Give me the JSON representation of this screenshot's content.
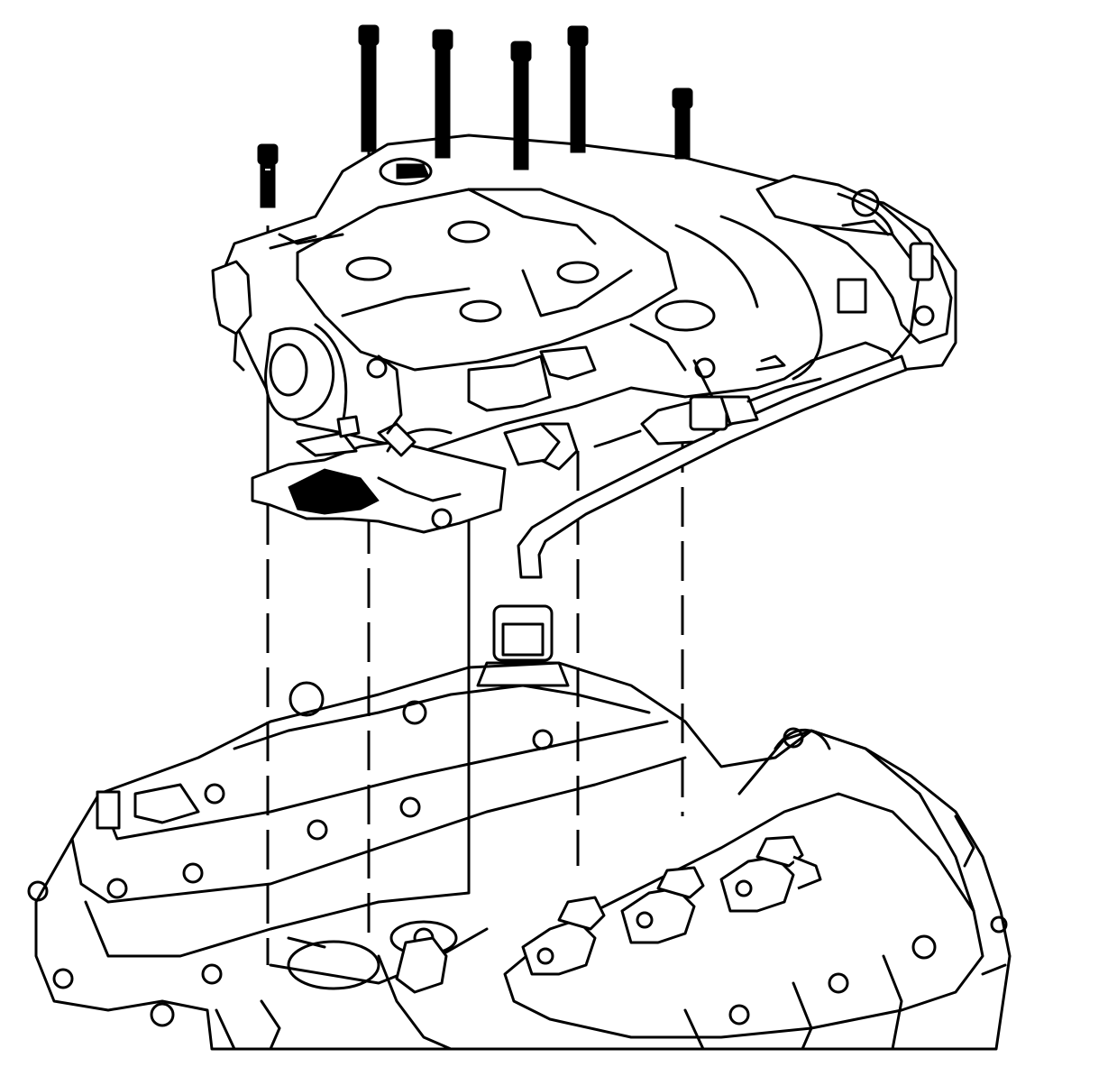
{
  "diagram": {
    "description_label": "",
    "bolt_count": 6,
    "colors": {
      "line": "#000000",
      "background": "#ffffff"
    },
    "parts": [
      {
        "id": "intake-manifold",
        "kind": "upper-intake-manifold"
      },
      {
        "id": "bolts",
        "kind": "manifold-bolt"
      },
      {
        "id": "fuel-line",
        "kind": "fuel-rail-tube"
      },
      {
        "id": "cylinder-head",
        "kind": "engine-cylinder-head"
      }
    ]
  }
}
